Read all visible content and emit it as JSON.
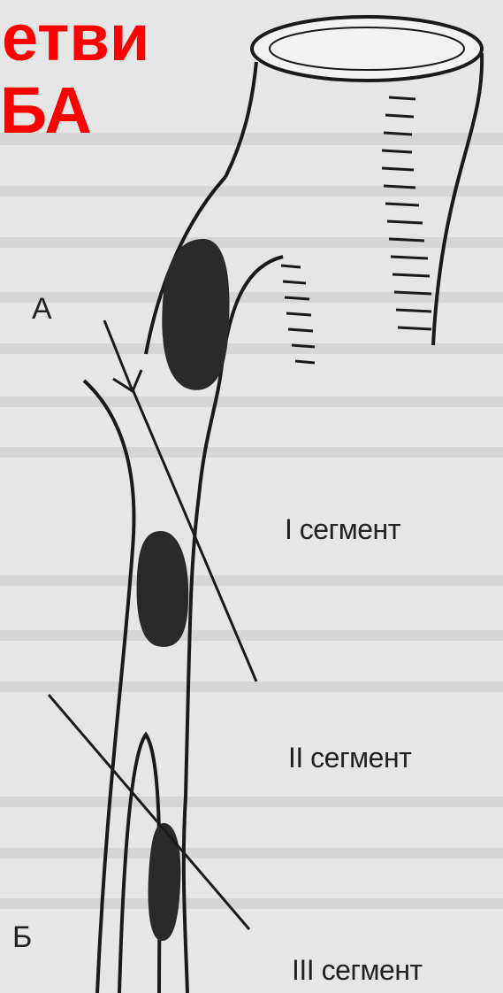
{
  "title": {
    "line1": "етви",
    "line2": "БА"
  },
  "labels": {
    "a": "А",
    "b": "Б"
  },
  "segments": [
    "I сегмент",
    "II сегмент",
    "III сегмент"
  ],
  "colors": {
    "title": "#ff0000",
    "ink": "#222222",
    "background": "#e6e6e6",
    "occlusion": "#2a2a2a"
  }
}
